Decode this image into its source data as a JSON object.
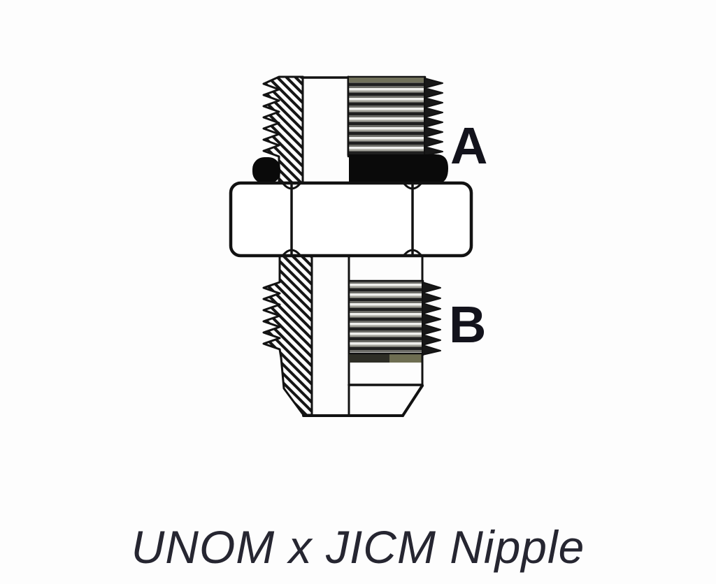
{
  "figure": {
    "caption": "UNOM x JICM Nipple",
    "label_a": "A",
    "label_b": "B",
    "colors": {
      "background": "#fdfdfd",
      "line": "#121212",
      "o_ring": "#0a0a0a",
      "thread_shadow_dark": "#1f1f1f",
      "thread_crest_light": "#efefec",
      "thread_runout_olive": "#6e6e52",
      "label_text": "#13131c",
      "caption_text": "#262631"
    }
  }
}
